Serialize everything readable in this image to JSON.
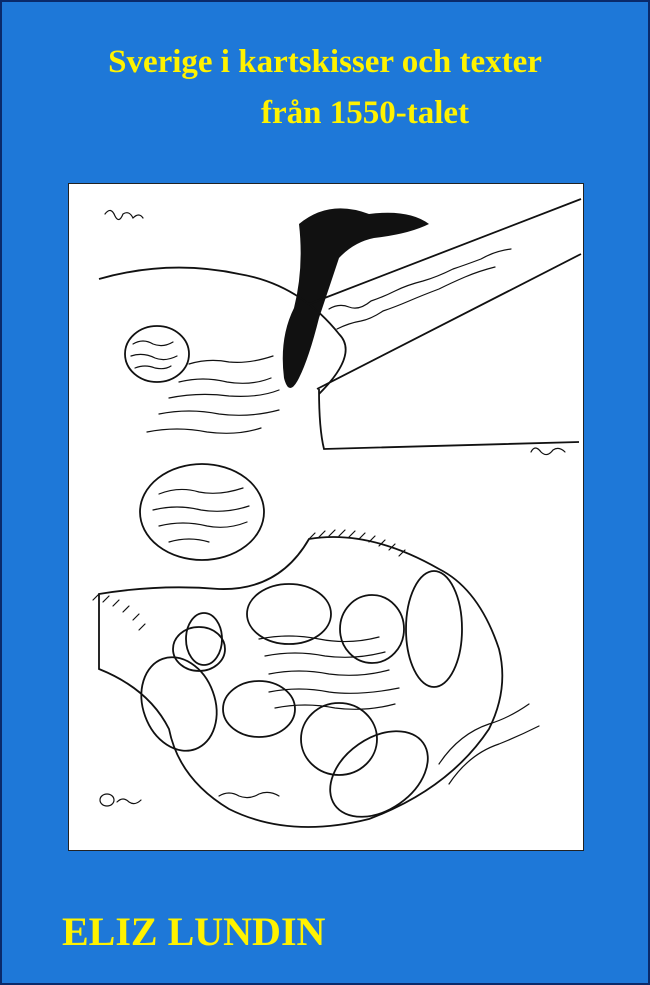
{
  "cover": {
    "title_line1": "Sverige i kartskisser och texter",
    "title_line2": "från 1550-talet",
    "author": "ELIZ LUNDIN",
    "image": "hand-drawn 16th-century map sketch with handwritten annotations",
    "colors": {
      "background": "#1e78d8",
      "title_text": "#fff200"
    }
  }
}
